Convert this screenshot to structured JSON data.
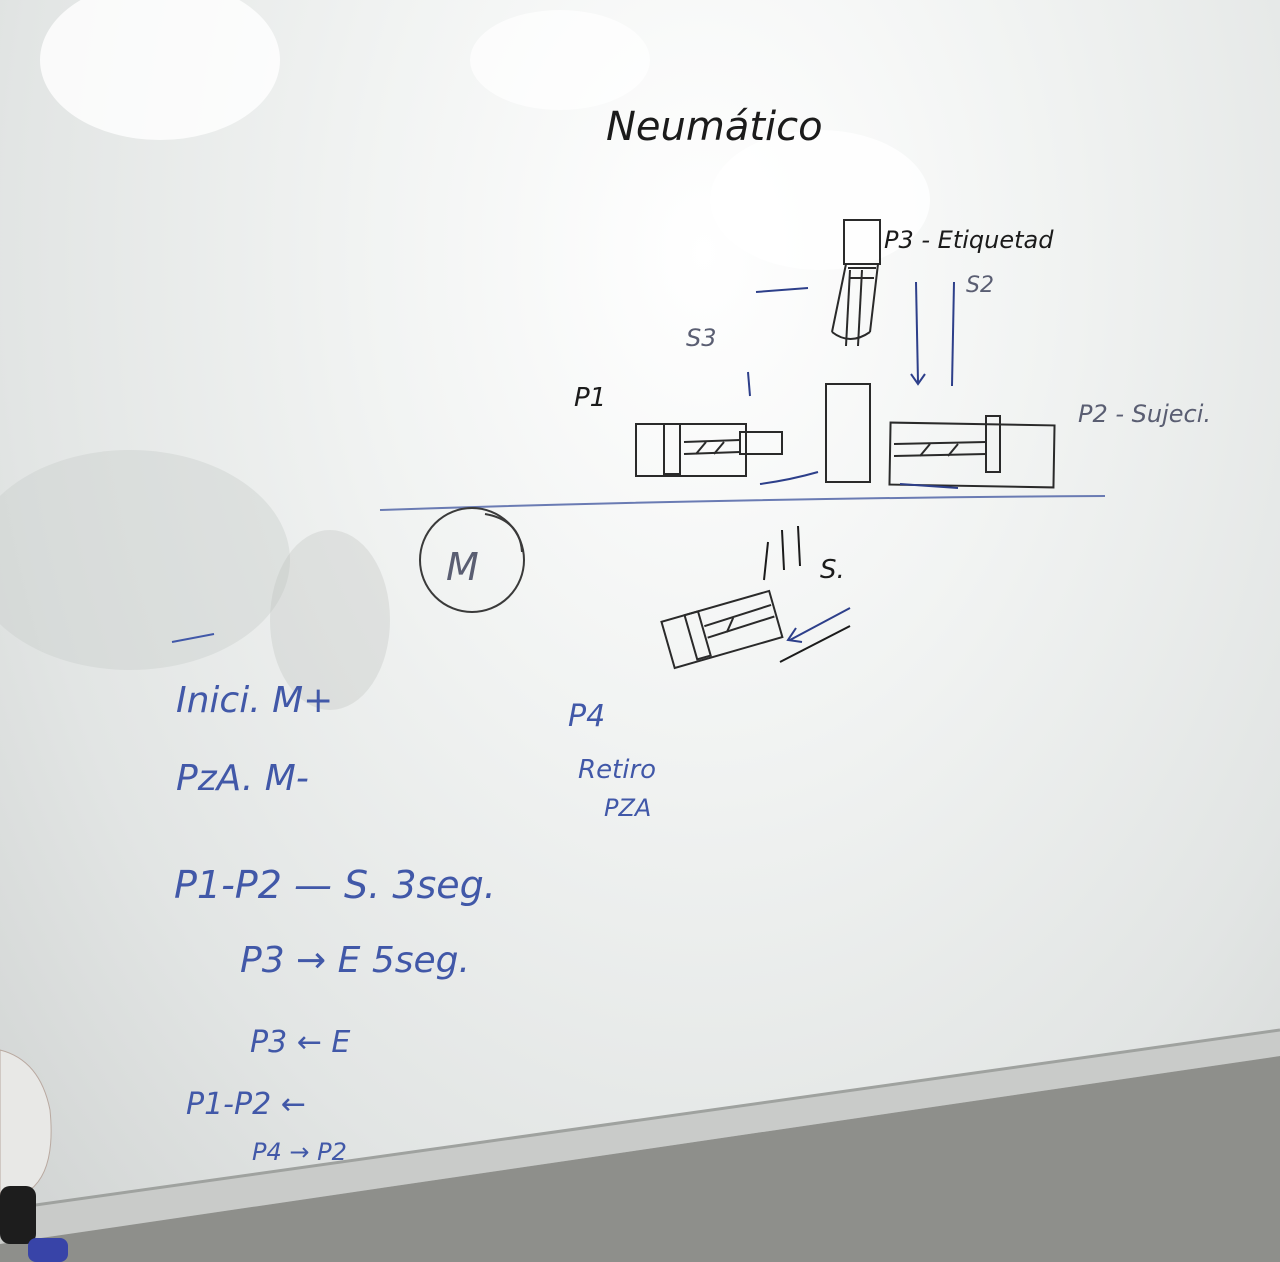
{
  "board": {
    "title": "Neumático",
    "label_p3": "P3 - Etiquetad",
    "label_s2": "S2",
    "label_s3": "S3",
    "label_p1": "P1",
    "label_p2": "P2 - Sujeci.",
    "label_m": "M",
    "label_s": "S.",
    "label_p4": "P4",
    "label_retiro": "Retiro",
    "label_pza": "PZA",
    "notes": [
      "Inici. M+",
      "PzA. M-",
      "P1-P2 — S. 3seg.",
      "P3 → E 5seg.",
      "P3 ← E",
      "P1-P2 ←",
      "P4 → P2"
    ]
  },
  "colors": {
    "board": "#f1f3f2",
    "black_ink": "#1b1b1b",
    "blue_ink": "#4158a8",
    "tray": "#c9cbc9"
  }
}
